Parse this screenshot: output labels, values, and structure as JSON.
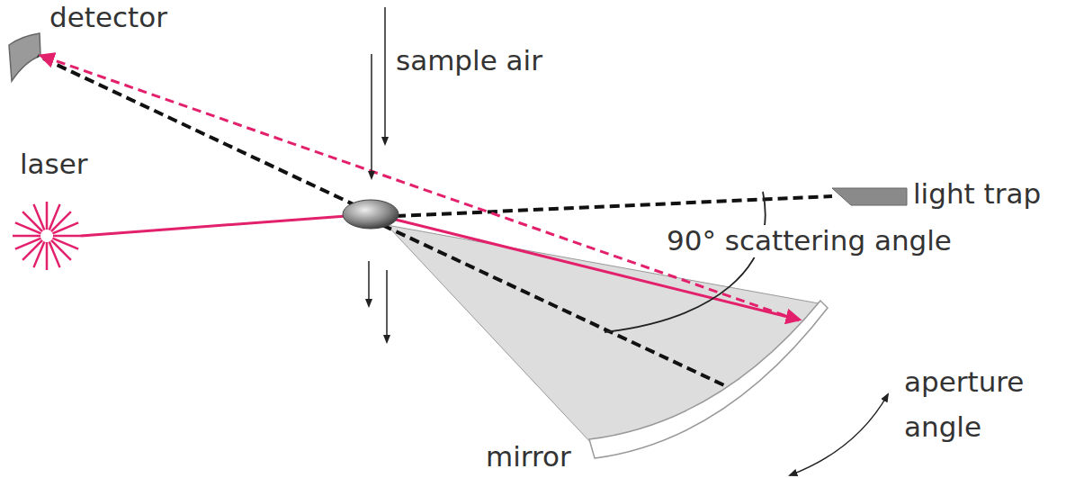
{
  "diagram": {
    "labels": [
      "detector",
      "sample air",
      "laser",
      "light trap",
      "90° scattering angle",
      "aperture angle",
      "mirror"
    ]
  }
}
